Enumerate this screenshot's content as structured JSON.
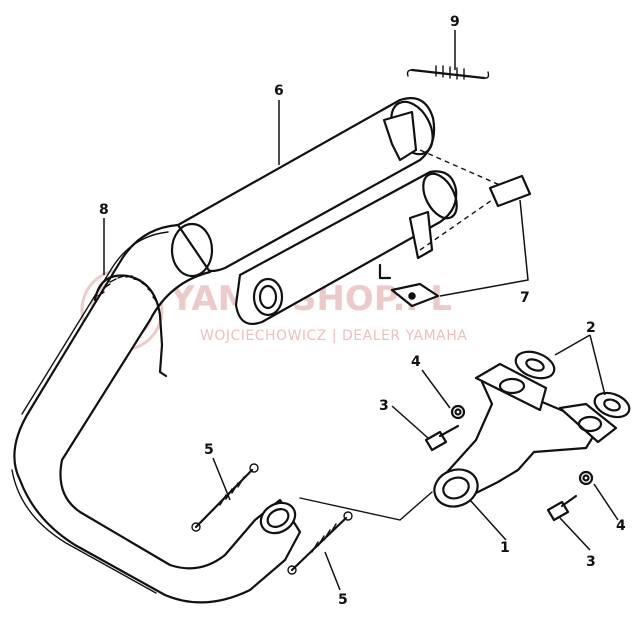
{
  "callouts": {
    "c1": "1",
    "c2": "2",
    "c3a": "3",
    "c3b": "3",
    "c4a": "4",
    "c4b": "4",
    "c5a": "5",
    "c5b": "5",
    "c6": "6",
    "c7": "7",
    "c8": "8",
    "c9": "9"
  },
  "watermark": {
    "main": "YAMA-SHOP.PL",
    "sub": "WOJCIECHOWICZ | DEALER YAMAHA"
  }
}
